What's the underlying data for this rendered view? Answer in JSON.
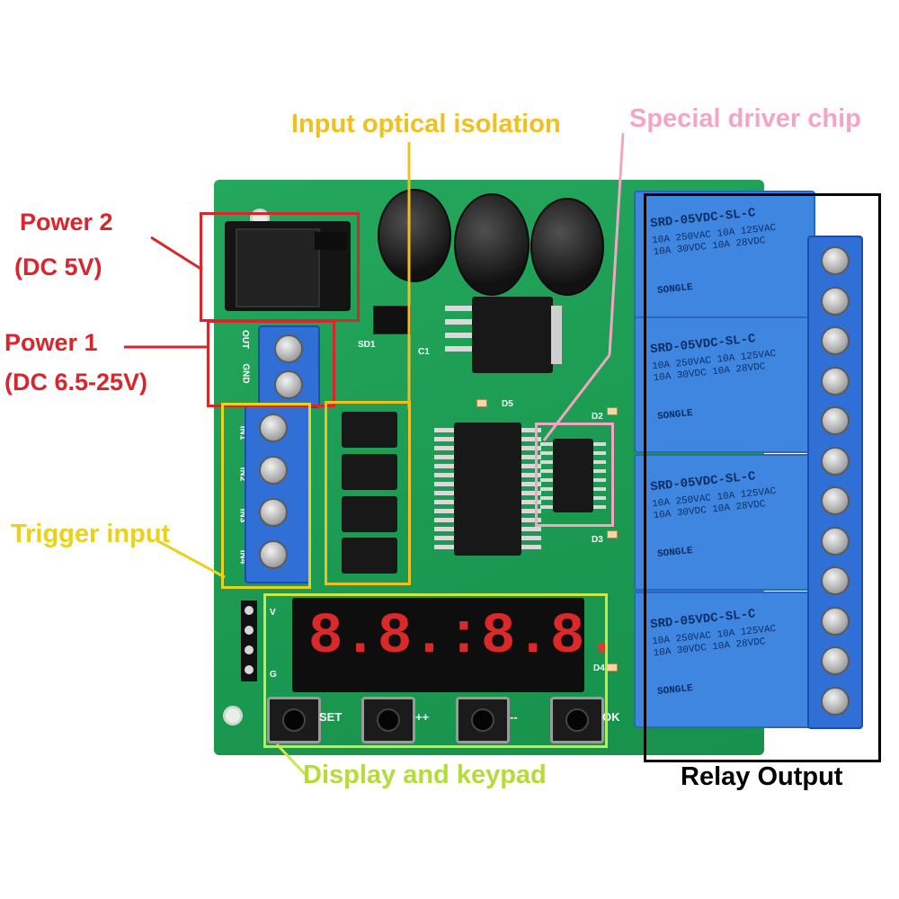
{
  "labels": {
    "power2_line1": "Power 2",
    "power2_line2": "(DC 5V)",
    "power1_line1": "Power 1",
    "power1_line2": "(DC 6.5-25V)",
    "trigger": "Trigger input",
    "optical": "Input optical isolation",
    "driver": "Special driver chip",
    "display_keypad": "Display and keypad",
    "relay_output": "Relay Output"
  },
  "keys": [
    "SET",
    "++",
    "--",
    "OK"
  ],
  "display_digits": "8.8.:8.8.",
  "relay_marking": {
    "model": "SRD-05VDC-SL-C",
    "line1": "10A 250VAC  10A 125VAC",
    "line2": "10A 30VDC  10A 28VDC",
    "brand": "SONGLE"
  },
  "silkscreen": {
    "terminals": [
      "OUT",
      "GND",
      "IN1",
      "IN2",
      "IN3",
      "IN4"
    ],
    "header_top": "V",
    "header_bottom": "G",
    "d5": "D5",
    "d2": "D2",
    "d3": "D3",
    "d4": "D4",
    "sd": "SD1",
    "c1": "C1"
  },
  "colors": {
    "power": "#d8262c",
    "trigger": "#e8d21a",
    "optical": "#f0c020",
    "driver": "#f3a6c3",
    "display": "#c7e84a",
    "relay": "#000000"
  }
}
